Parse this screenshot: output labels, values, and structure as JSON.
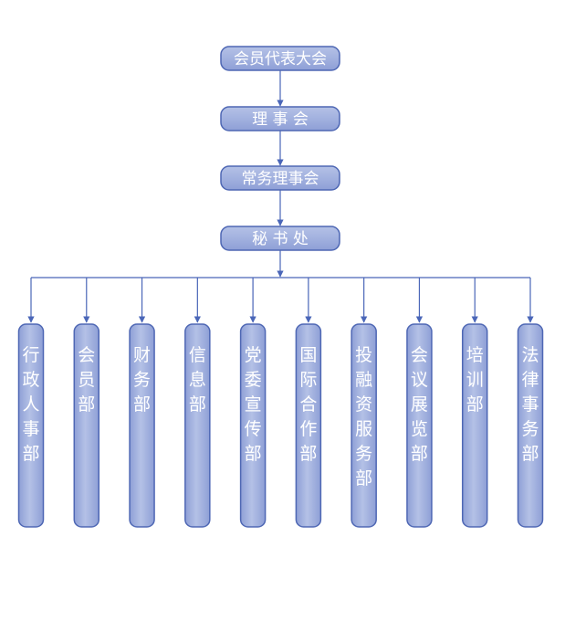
{
  "diagram": {
    "hierarchy": [
      {
        "id": "assembly",
        "label": "会员代表大会",
        "display": "会员代表大会"
      },
      {
        "id": "council",
        "label": "理事会",
        "display": "理 事 会"
      },
      {
        "id": "standing-council",
        "label": "常务理事会",
        "display": "常务理事会"
      },
      {
        "id": "secretariat",
        "label": "秘书处",
        "display": "秘 书 处"
      }
    ],
    "departments": [
      {
        "id": "admin-hr",
        "label": "行政人事部"
      },
      {
        "id": "membership",
        "label": "会员部"
      },
      {
        "id": "finance",
        "label": "财务部"
      },
      {
        "id": "information",
        "label": "信息部"
      },
      {
        "id": "party-publicity",
        "label": "党委宣传部"
      },
      {
        "id": "international",
        "label": "国际合作部"
      },
      {
        "id": "investment-finance",
        "label": "投融资服务部"
      },
      {
        "id": "exhibition",
        "label": "会议展览部"
      },
      {
        "id": "training",
        "label": "培训部"
      },
      {
        "id": "legal",
        "label": "法律事务部"
      }
    ],
    "colors": {
      "box_fill_top": "#b4c1e6",
      "box_fill_bottom": "#8e9fd6",
      "box_border": "#4e67b4",
      "connector": "#4a66b8"
    }
  }
}
